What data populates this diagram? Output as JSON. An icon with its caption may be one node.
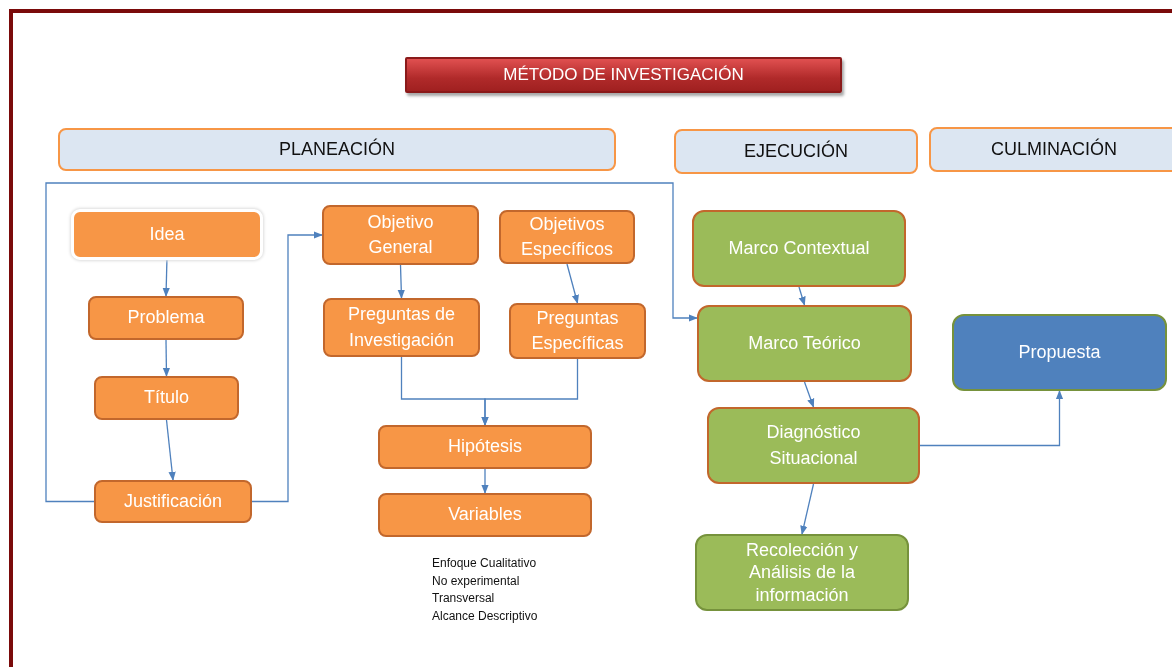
{
  "diagram": {
    "nodes": [
      {
        "text": [
          "MÉTODO DE INVESTIGACIÓN"
        ]
      },
      {
        "text": [
          "PLANEACIÓN"
        ]
      },
      {
        "text": [
          "EJECUCIÓN"
        ]
      },
      {
        "text": [
          "CULMINACIÓN"
        ]
      },
      {
        "text": [
          "Idea"
        ]
      },
      {
        "text": [
          "Problema"
        ]
      },
      {
        "text": [
          "Título"
        ]
      },
      {
        "text": [
          "Justificación"
        ]
      },
      {
        "text": [
          "Objetivo General"
        ]
      },
      {
        "text": [
          "Objetivos Específicos"
        ]
      },
      {
        "text": [
          "Preguntas de Investigación"
        ]
      },
      {
        "text": [
          "Preguntas Específicas"
        ]
      },
      {
        "text": [
          "Hipótesis"
        ]
      },
      {
        "text": [
          "Variables"
        ]
      },
      {
        "text": [
          "Marco Contextual"
        ]
      },
      {
        "text": [
          "Marco Teórico"
        ]
      },
      {
        "text": [
          "Diagnóstico Situacional"
        ]
      },
      {
        "text": [
          "Recolección y Análisis de la información"
        ]
      },
      {
        "text": [
          "Propuesta"
        ]
      }
    ],
    "edges": [
      {
        "from": 4,
        "to": 5,
        "arrow": "to"
      },
      {
        "from": 5,
        "to": 6,
        "arrow": "to"
      },
      {
        "from": 6,
        "to": 7,
        "arrow": "to"
      },
      {
        "from": 7,
        "to": 8,
        "arrow": "to"
      },
      {
        "from": 7,
        "to": 15,
        "arrow": "to"
      },
      {
        "from": 8,
        "to": 10,
        "arrow": "to"
      },
      {
        "from": 9,
        "to": 11,
        "arrow": "to"
      },
      {
        "from": 10,
        "to": 12,
        "arrow": "to"
      },
      {
        "from": 11,
        "to": 12,
        "arrow": "to"
      },
      {
        "from": 12,
        "to": 13,
        "arrow": "to"
      },
      {
        "from": 14,
        "to": 15,
        "arrow": "to"
      },
      {
        "from": 15,
        "to": 16,
        "arrow": "to"
      },
      {
        "from": 16,
        "to": 17,
        "arrow": "to"
      },
      {
        "from": 16,
        "to": 18,
        "arrow": "to"
      }
    ],
    "labels": [
      "Enfoque Cualitativo",
      "No experimental",
      "Transversal",
      "Alcance Descriptivo"
    ]
  }
}
